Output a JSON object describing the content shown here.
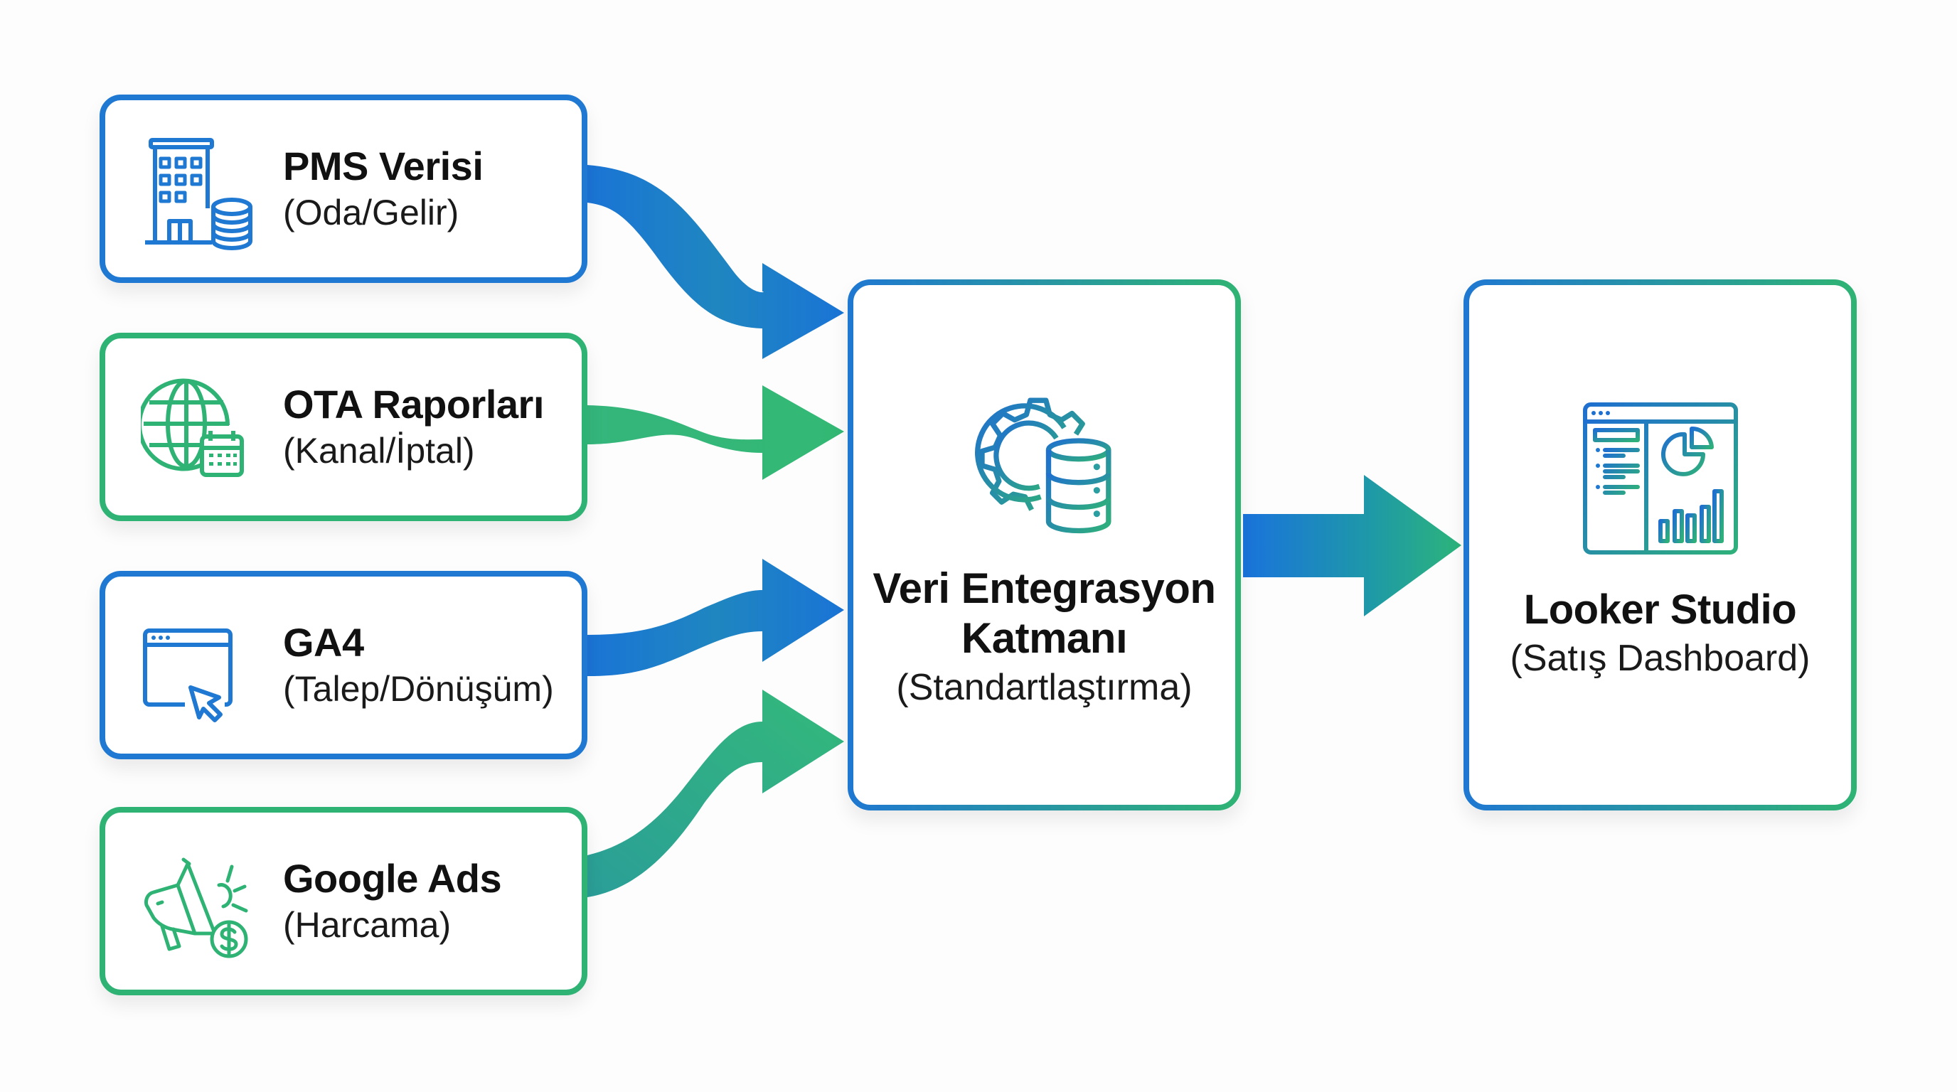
{
  "sources": [
    {
      "title": "PMS Verisi",
      "subtitle": "(Oda/Gelir)",
      "icon": "hotel-database-icon",
      "color": "#1f78d1"
    },
    {
      "title": "OTA Raporları",
      "subtitle": "(Kanal/İptal)",
      "icon": "globe-calendar-icon",
      "color": "#2fb374"
    },
    {
      "title": "GA4",
      "subtitle": "(Talep/Dönüşüm)",
      "icon": "browser-cursor-icon",
      "color": "#1f78d1"
    },
    {
      "title": "Google Ads",
      "subtitle": "(Harcama)",
      "icon": "megaphone-dollar-icon",
      "color": "#2fb374"
    }
  ],
  "integration": {
    "title_line1": "Veri Entegrasyon",
    "title_line2": "Katmanı",
    "subtitle": "(Standartlaştırma)",
    "icon": "gear-database-icon"
  },
  "output": {
    "title": "Looker Studio",
    "subtitle": "(Satış Dashboard)",
    "icon": "dashboard-icon"
  },
  "colors": {
    "blue": "#1f78d1",
    "green": "#2fb374"
  }
}
